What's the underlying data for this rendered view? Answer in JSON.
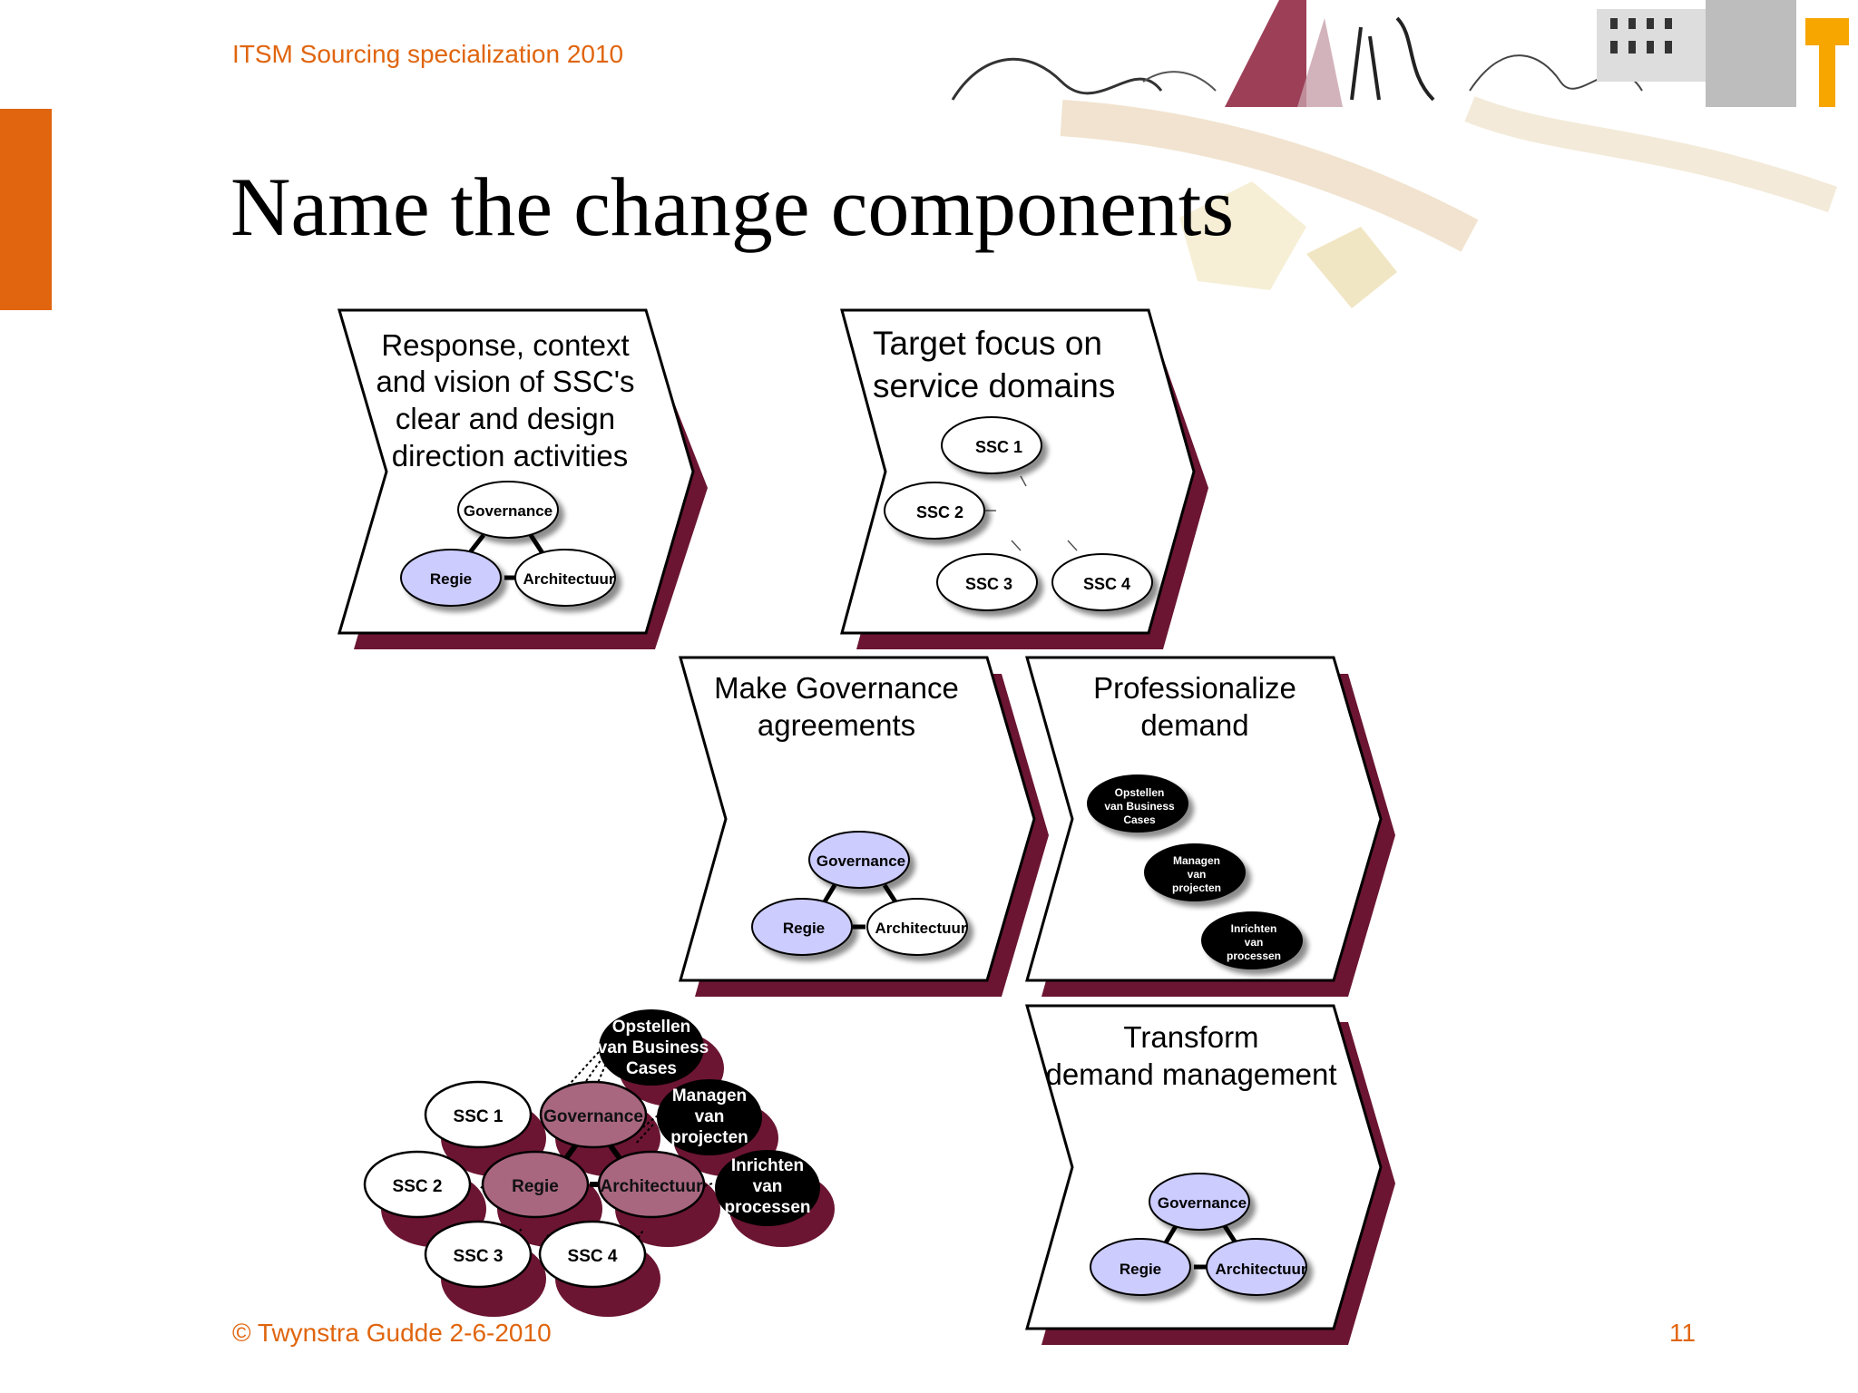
{
  "header": {
    "subtitle": "ITSM Sourcing specialization 2010"
  },
  "slide": {
    "title": "Name the change components"
  },
  "footer": {
    "copyright": "© Twynstra Gudde  2-6-2010",
    "page_number": "11"
  },
  "colors": {
    "accent": "#e0650e",
    "shadow": "#6b1532",
    "lavender": "#ccccff",
    "mauve": "#a8677f",
    "black": "#000000"
  },
  "chevrons": [
    {
      "id": "c1",
      "title_lines": [
        "Response, context",
        "and vision of SSC's",
        "clear and design",
        "direction activities"
      ],
      "nodes": {
        "governance": "Governance",
        "regie": "Regie",
        "architectuur": "Architectuur"
      }
    },
    {
      "id": "c2",
      "title_lines": [
        "Target focus on",
        "service domains"
      ],
      "nodes": {
        "ssc1": "SSC 1",
        "ssc2": "SSC 2",
        "ssc3": "SSC 3",
        "ssc4": "SSC 4"
      }
    },
    {
      "id": "c3",
      "title_lines": [
        "Make Governance",
        "agreements"
      ],
      "nodes": {
        "governance": "Governance",
        "regie": "Regie",
        "architectuur": "Architectuur"
      }
    },
    {
      "id": "c4",
      "title_lines": [
        "Professionalize",
        "demand"
      ],
      "nodes": {
        "opstellen": [
          "Opstellen",
          "van Business",
          "Cases"
        ],
        "managen": [
          "Managen",
          "van",
          "projecten"
        ],
        "inrichten": [
          "Inrichten",
          "van",
          "processen"
        ]
      }
    },
    {
      "id": "c5",
      "title_lines": [
        "Transform",
        "demand management"
      ],
      "nodes": {
        "governance": "Governance",
        "regie": "Regie",
        "architectuur": "Architectuur"
      }
    }
  ],
  "cluster": {
    "ssc1": "SSC 1",
    "ssc2": "SSC 2",
    "ssc3": "SSC 3",
    "ssc4": "SSC 4",
    "governance": "Governance",
    "regie": "Regie",
    "architectuur": "Architectuur",
    "opstellen": [
      "Opstellen",
      "van Business",
      "Cases"
    ],
    "managen": [
      "Managen",
      "van",
      "projecten"
    ],
    "inrichten": [
      "Inrichten",
      "van",
      "processen"
    ]
  }
}
